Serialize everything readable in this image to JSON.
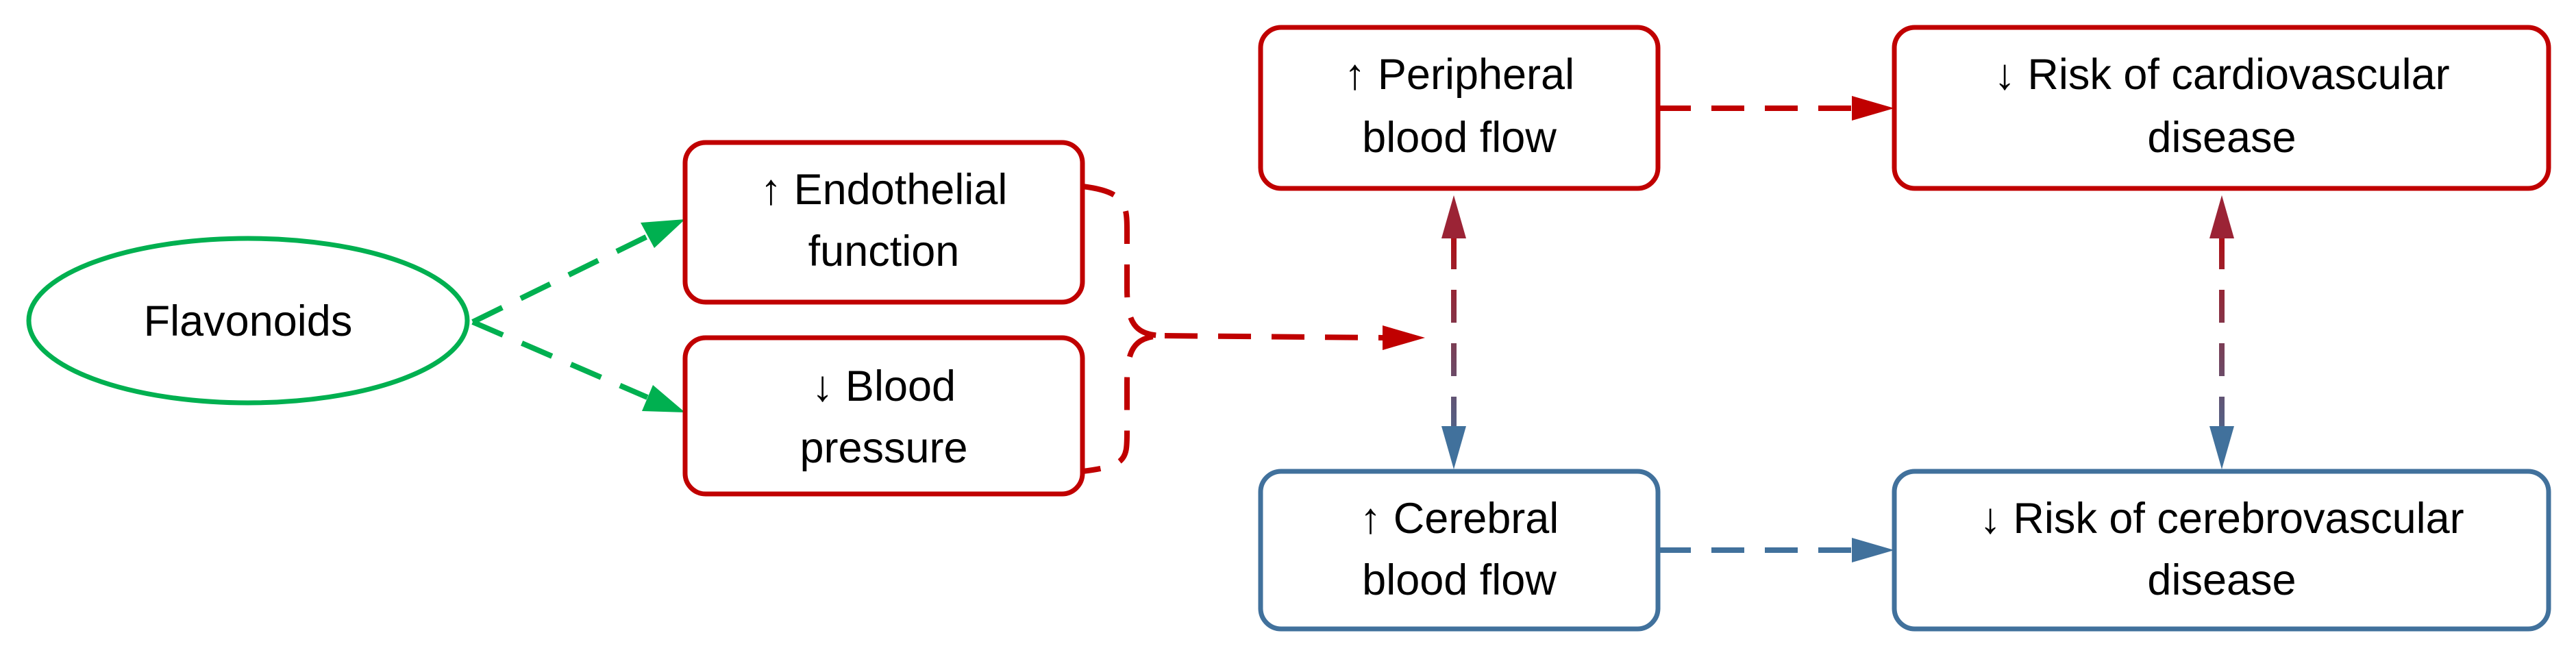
{
  "colors": {
    "green": "#00b050",
    "red": "#c00000",
    "blue": "#41719c",
    "text": "#000000",
    "background": "#ffffff"
  },
  "nodes": {
    "flavonoids": {
      "lines": [
        "Flavonoids"
      ]
    },
    "endothelial": {
      "lines": [
        "↑ Endothelial",
        "function"
      ]
    },
    "blood_pressure": {
      "lines": [
        "↓ Blood",
        "pressure"
      ]
    },
    "peripheral": {
      "lines": [
        "↑ Peripheral",
        "blood flow"
      ]
    },
    "cerebral": {
      "lines": [
        "↑ Cerebral",
        "blood flow"
      ]
    },
    "cardio_risk": {
      "lines": [
        "↓ Risk of cardiovascular",
        "disease"
      ]
    },
    "cerebro_risk": {
      "lines": [
        "↓ Risk of cerebrovascular",
        "disease"
      ]
    }
  },
  "edges": [
    {
      "from": "flavonoids",
      "to": "endothelial",
      "style": "dashed",
      "color": "green"
    },
    {
      "from": "flavonoids",
      "to": "blood_pressure",
      "style": "dashed",
      "color": "green"
    },
    {
      "from": "endothelial+blood_pressure",
      "to": "peripheral/cerebral",
      "style": "dashed",
      "color": "red"
    },
    {
      "from": "peripheral",
      "to": "cerebral",
      "style": "dashed",
      "direction": "both",
      "color": "red-to-blue"
    },
    {
      "from": "peripheral",
      "to": "cardio_risk",
      "style": "dashed",
      "color": "red"
    },
    {
      "from": "cerebral",
      "to": "cerebro_risk",
      "style": "dashed",
      "color": "blue"
    },
    {
      "from": "cardio_risk",
      "to": "cerebro_risk",
      "style": "dashed",
      "direction": "both",
      "color": "red-to-blue"
    }
  ]
}
